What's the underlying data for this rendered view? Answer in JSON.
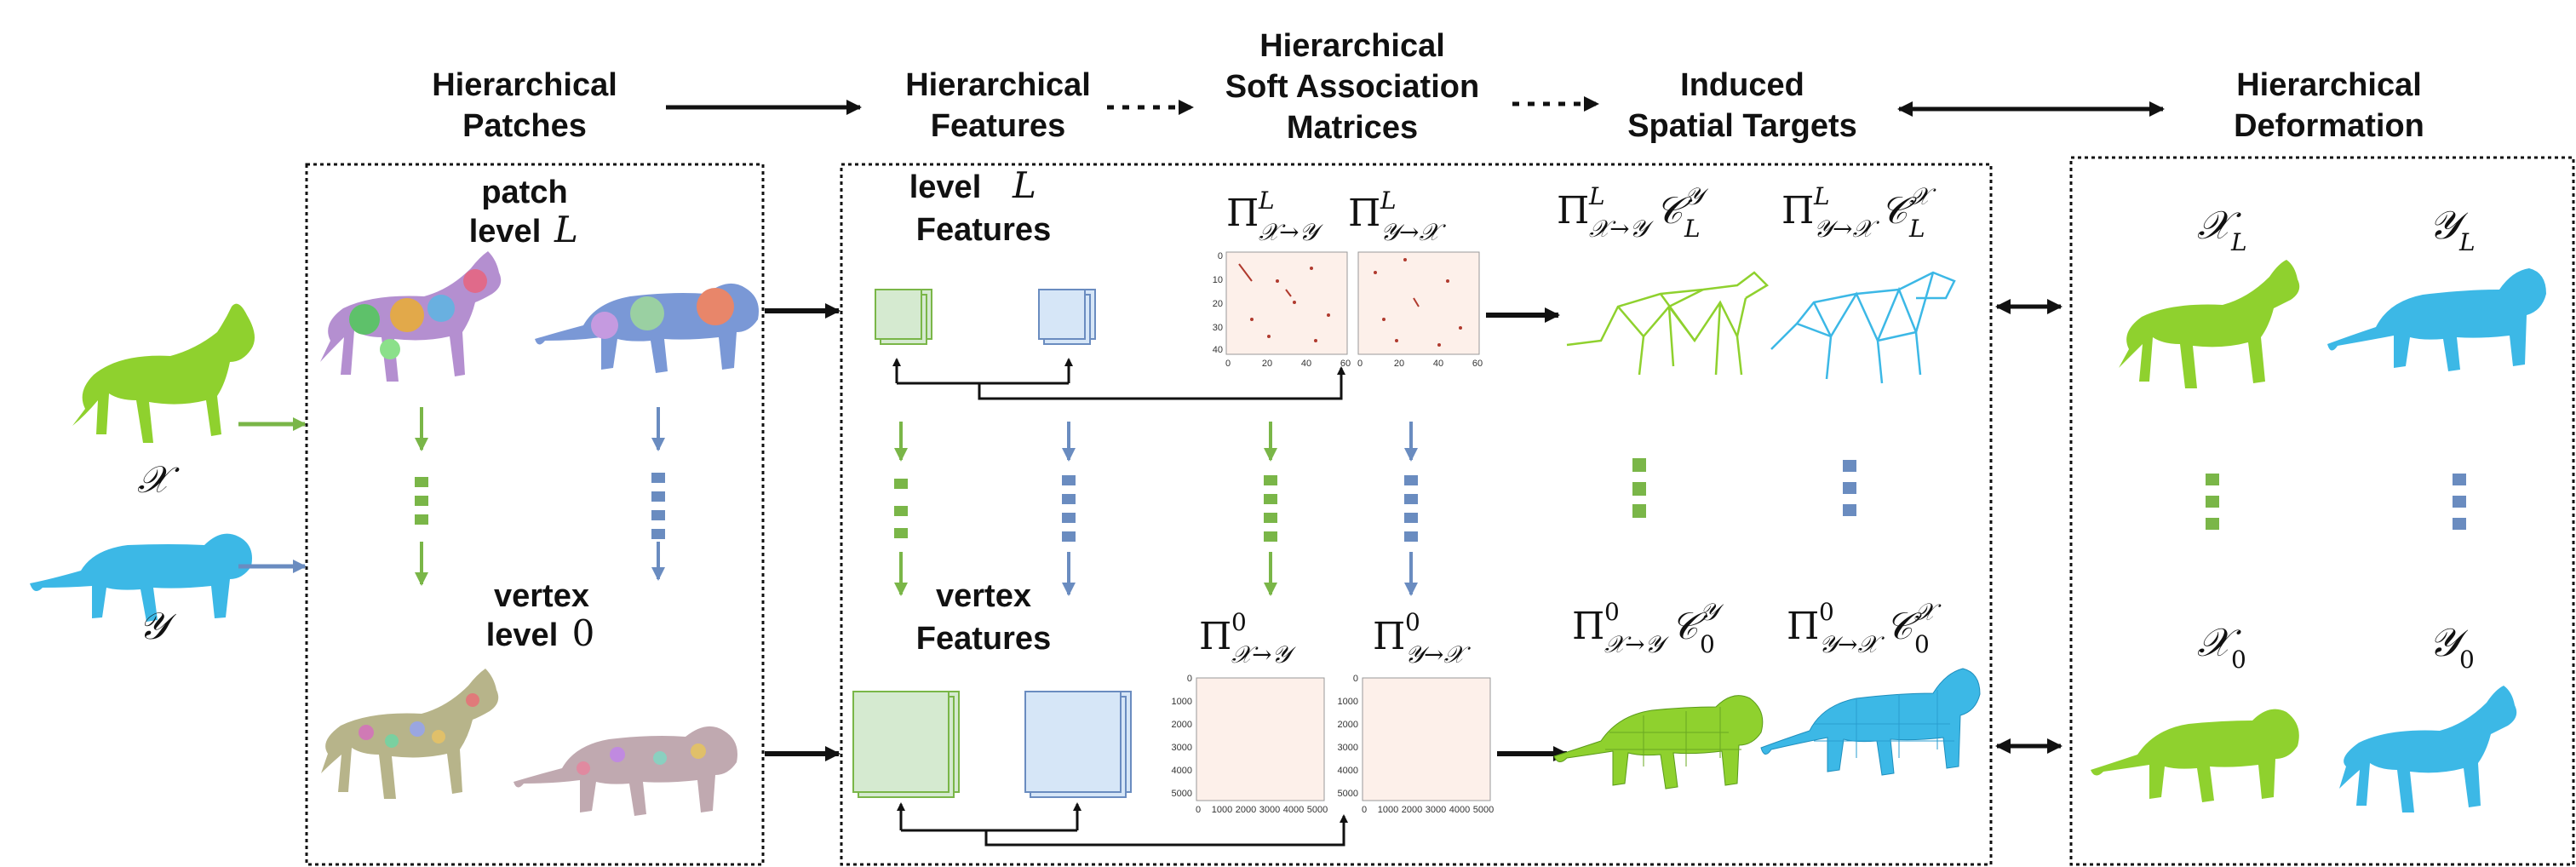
{
  "headers": {
    "patches": [
      "Hierarchical",
      "Patches"
    ],
    "features": [
      "Hierarchical",
      "Features"
    ],
    "matrices": [
      "Hierarchical",
      "Soft Association",
      "Matrices"
    ],
    "targets": [
      "Induced",
      "Spatial Targets"
    ],
    "deformation": [
      "Hierarchical",
      "Deformation"
    ]
  },
  "inputs": {
    "source": "𝒳",
    "target": "𝒴"
  },
  "patch_levels": {
    "top": {
      "word": "patch",
      "level": "level",
      "sym": "L"
    },
    "bottom": {
      "word": "vertex",
      "level": "level",
      "sym": "0"
    }
  },
  "feature_levels": {
    "top": {
      "level": "level",
      "sym": "L",
      "word": "Features"
    },
    "bottom": {
      "word1": "vertex",
      "word2": "Features"
    }
  },
  "matrix_labels": {
    "top_xy": "Π",
    "top_xy_sup": "L",
    "top_xy_sub": "𝒳→𝒴",
    "top_yx": "Π",
    "top_yx_sup": "L",
    "top_yx_sub": "𝒴→𝒳",
    "bot_xy": "Π",
    "bot_xy_sup": "0",
    "bot_xy_sub": "𝒳→𝒴",
    "bot_yx": "Π",
    "bot_yx_sup": "0",
    "bot_yx_sub": "𝒴→𝒳"
  },
  "matrix_ticks": {
    "small_y": [
      "0",
      "10",
      "20",
      "30",
      "40"
    ],
    "small_x": [
      "0",
      "20",
      "40",
      "60"
    ],
    "large_y": [
      "0",
      "1000",
      "2000",
      "3000",
      "4000",
      "5000"
    ],
    "large_x": [
      "0",
      "1000",
      "2000",
      "3000",
      "4000",
      "5000"
    ]
  },
  "target_labels": {
    "top_x": {
      "pi": "Π",
      "sup": "L",
      "sub": "𝒳→𝒴",
      "c": "𝒞",
      "csup": "𝒴",
      "csub": "L"
    },
    "top_y": {
      "pi": "Π",
      "sup": "L",
      "sub": "𝒴→𝒳",
      "c": "𝒞",
      "csup": "𝒳",
      "csub": "L"
    },
    "bot_x": {
      "pi": "Π",
      "sup": "0",
      "sub": "𝒳→𝒴",
      "c": "𝒞",
      "csup": "𝒴",
      "csub": "0"
    },
    "bot_y": {
      "pi": "Π",
      "sup": "0",
      "sub": "𝒴→𝒳",
      "c": "𝒞",
      "csup": "𝒳",
      "csub": "0"
    }
  },
  "deformation_labels": {
    "top_x": "𝒳",
    "top_x_sub": "L",
    "top_y": "𝒴",
    "top_y_sub": "L",
    "bot_x": "𝒳",
    "bot_x_sub": "0",
    "bot_y": "𝒴",
    "bot_y_sub": "0"
  },
  "colors": {
    "source_mesh": "#8fd12e",
    "target_mesh": "#3cb8e6",
    "green_arrow": "#7ab648",
    "blue_arrow": "#6a8cc0",
    "green_feature": "#d5ead0",
    "blue_feature": "#d6e6f7",
    "matrix_bg": "#fdf0ea",
    "matrix_dot": "#b03a2e"
  }
}
